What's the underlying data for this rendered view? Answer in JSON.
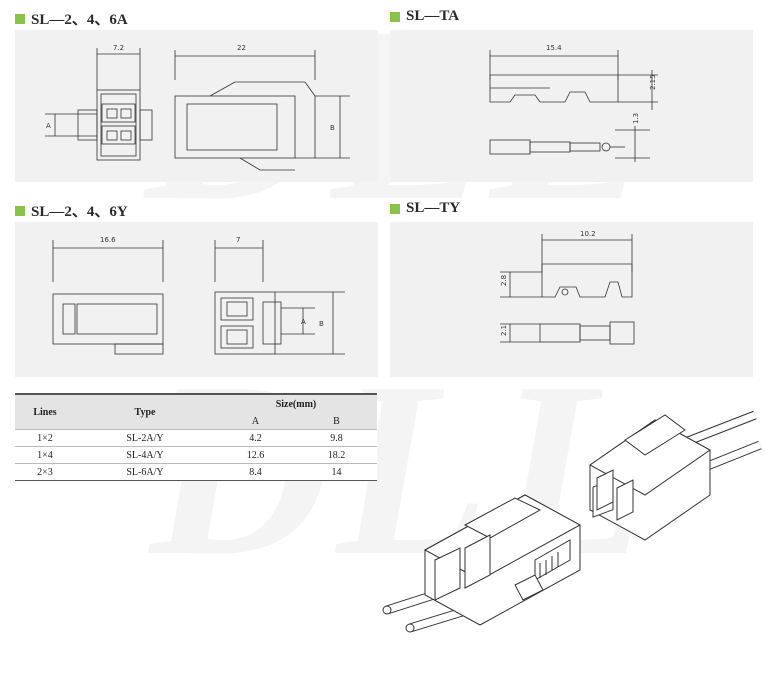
{
  "watermark": "DLL",
  "sections": {
    "a": "SL—2、4、6A",
    "b": "SL—TA",
    "c": "SL—2、4、6Y",
    "d": "SL—TY"
  },
  "dimensions": {
    "a_width": "7.2",
    "a_length": "22",
    "a_A": "A",
    "a_B": "B",
    "b_length": "15.4",
    "b_height1": "2.15",
    "b_height2": "1.3",
    "c_length": "16.6",
    "c_width": "7",
    "c_A": "A",
    "c_B": "B",
    "d_length": "10.2",
    "d_height1": "2.8",
    "d_height2": "2.1"
  },
  "table": {
    "header_lines": "Lines",
    "header_type": "Type",
    "header_size": "Size(mm)",
    "header_a": "A",
    "header_b": "B",
    "rows": [
      {
        "lines": "1×2",
        "type": "SL-2A/Y",
        "a": "4.2",
        "b": "9.8"
      },
      {
        "lines": "1×4",
        "type": "SL-4A/Y",
        "a": "12.6",
        "b": "18.2"
      },
      {
        "lines": "2×3",
        "type": "SL-6A/Y",
        "a": "8.4",
        "b": "14"
      }
    ]
  },
  "colors": {
    "accent_square": "#8bc34a",
    "panel": "#f1f1f1",
    "line": "#333333"
  }
}
